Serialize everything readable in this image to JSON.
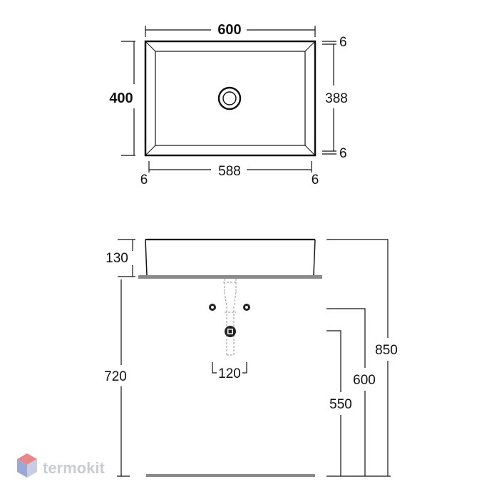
{
  "top_view": {
    "width_outer": "600",
    "width_inner": "588",
    "depth_outer": "400",
    "depth_inner": "388",
    "rim_top": "6",
    "rim_bottom": "6",
    "rim_left": "6",
    "rim_right": "6"
  },
  "side_view": {
    "basin_height": "130",
    "mount_height": "720",
    "drain_spacing": "120",
    "level_850": "850",
    "level_600": "600",
    "level_550": "550"
  },
  "watermark": {
    "text": "termokit",
    "colors": {
      "top": "#e8868a",
      "left": "#9aa8d6",
      "right": "#c8cde6"
    }
  }
}
